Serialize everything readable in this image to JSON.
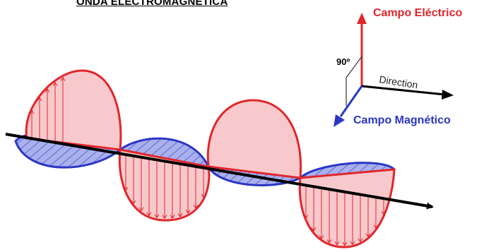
{
  "title": "ONDA ELECTROMAGNÉTICA",
  "axes": {
    "electric_label": "Campo Eléctrico",
    "magnetic_label": "Campo Magnético",
    "direction_label": "Direction",
    "angle_label": "90º"
  },
  "colors": {
    "electric": "#e0262b",
    "electric_fill": "#f8c9cc",
    "magnetic": "#2a36c4",
    "magnetic_fill": "#a9b0ec",
    "propagation": "#000000"
  }
}
